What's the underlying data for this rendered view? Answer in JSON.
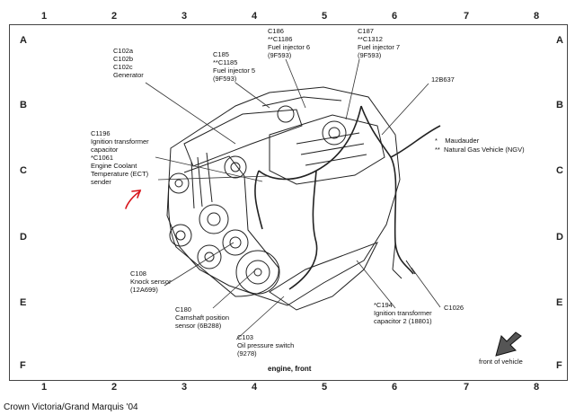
{
  "grid": {
    "columns": [
      "1",
      "2",
      "3",
      "4",
      "5",
      "6",
      "7",
      "8"
    ],
    "rows": [
      "A",
      "B",
      "C",
      "D",
      "E",
      "F"
    ]
  },
  "callouts": {
    "generator": "C102a\nC102b\nC102c\nGenerator",
    "injector5": "C185\n**C1185\nFuel injector 5\n(9F593)",
    "injector6": "C186\n**C1186\nFuel injector 6\n(9F593)",
    "injector7": "C187\n**C1312\nFuel injector 7\n(9F593)",
    "harness": "12B637",
    "ect": "C1196\nIgnition transformer\ncapacitor\n*C1061\nEngine Coolant\nTemperature (ECT)\nsender",
    "knock": "C108\nKnock sensor\n(12A699)",
    "camshaft": "C180\nCamshaft position\nsensor (6B288)",
    "oil": "C103\nOil pressure switch\n(9278)",
    "capacitor2": "*C194\nIgnition transformer\ncapacitor 2 (18801)",
    "c1026": "C1026"
  },
  "legend": {
    "maudauder": "*    Maudauder",
    "ngv": "**  Natural Gas Vehicle (NGV)"
  },
  "caption": "engine, front",
  "front_of_vehicle": "front of vehicle",
  "footer": "Crown Victoria/Grand Marquis '04"
}
